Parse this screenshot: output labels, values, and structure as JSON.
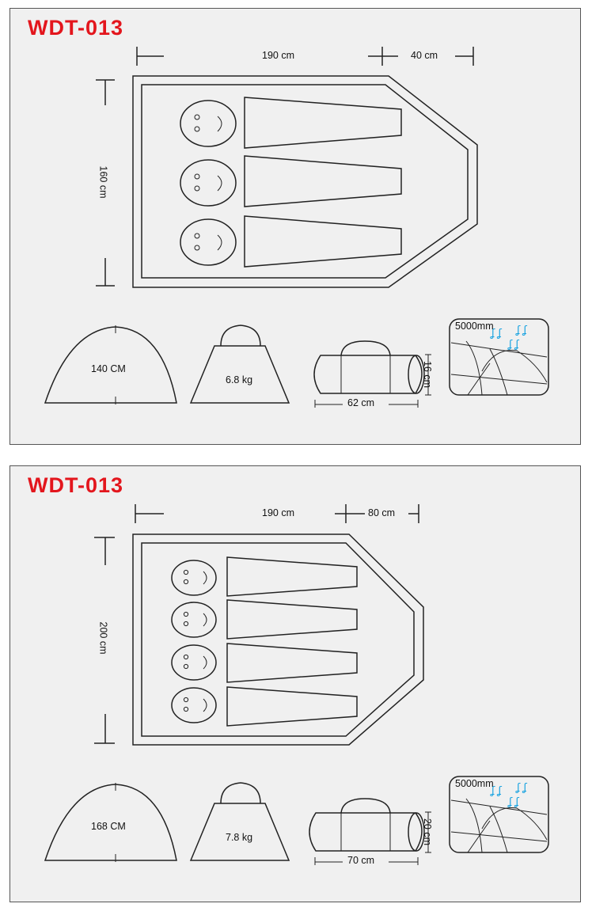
{
  "panels": [
    {
      "model": "WDT-013",
      "length_label": "190 cm",
      "vestibule_label": "40 cm",
      "width_label": "160 cm",
      "sleepers": 3,
      "height_label": "140 CM",
      "weight_label": "6.8 kg",
      "pack_length_label": "62 cm",
      "pack_diameter_label": "16 cm",
      "waterproof_label": "5000mm"
    },
    {
      "model": "WDT-013",
      "length_label": "190 cm",
      "vestibule_label": "80 cm",
      "width_label": "200 cm",
      "sleepers": 4,
      "height_label": "168 CM",
      "weight_label": "7.8 kg",
      "pack_length_label": "70 cm",
      "pack_diameter_label": "20 cm",
      "waterproof_label": "5000mm"
    }
  ],
  "colors": {
    "title": "#e3161d",
    "rain": "#1aa3e0",
    "line": "#222222",
    "panel_bg": "#f0f0f0"
  },
  "icons": [
    "face-icon",
    "sleeping-bag-icon",
    "dome-tent-icon",
    "weight-icon",
    "packed-bag-icon",
    "rain-fabric-icon"
  ]
}
